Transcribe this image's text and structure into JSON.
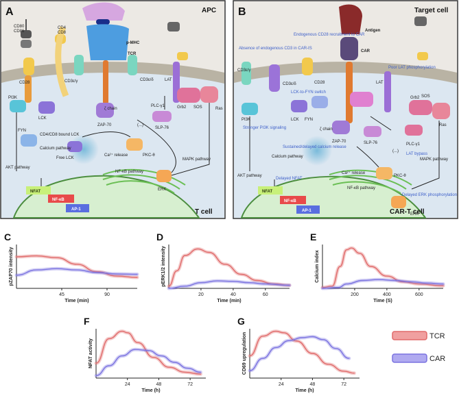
{
  "panelA": {
    "letter": "A",
    "corner_top": "APC",
    "corner_bottom": "T cell",
    "labels": {
      "cd80": "CD80",
      "cd86": "CD86",
      "cd4": "CD4",
      "cd8": "CD8",
      "pmhc": "p-MHC",
      "tcr": "TCR",
      "cd28": "CD28",
      "cd3eg": "CD3ε/γ",
      "cd3ed": "CD3ε/δ",
      "lat": "LAT",
      "lck": "LCK",
      "zeta": "ζ chain",
      "pi3k": "PI3K",
      "fyn": "FYN",
      "cd4cd8lck": "CD4/CD8 bound LCK",
      "zap70": "ZAP-70",
      "plcg1": "PLC-γ1",
      "grb2": "Grb2",
      "sos": "SOS",
      "ras": "Ras",
      "slp76": "SLP-76",
      "dots": "(...)",
      "freelck": "Free LCK",
      "calcpath": "Calcium pathway",
      "akt": "AKT pathway",
      "ca": "Ca²⁺ release",
      "pkc": "PKC-θ",
      "mapk": "MAPK pathway",
      "nfkbpath": "NF-κB pathway",
      "erk": "ERK",
      "nfat": "NFAT",
      "nfkb": "NF-κB",
      "ap1": "AP-1"
    }
  },
  "panelB": {
    "letter": "B",
    "corner_top": "Target cell",
    "corner_bottom": "CAR-T cell",
    "labels": {
      "antigen": "Antigen",
      "car": "CAR",
      "cd3eg": "CD3ε/γ",
      "cd28": "CD28",
      "cd3ed": "CD3ε/δ",
      "lat": "LAT",
      "lck": "LCK",
      "fyn": "FYN",
      "zeta": "ζ chain",
      "pi3k": "PI3K",
      "zap70": "ZAP-70",
      "grb2": "Grb2",
      "sos": "SOS",
      "ras": "Ras",
      "plcg1": "PLC-γ1",
      "slp76": "SLP-76",
      "dots": "(...)",
      "akt": "AKT pathway",
      "calcpath": "Calcium pathway",
      "ca": "Ca²⁺ release",
      "pkc": "PKC-θ",
      "mapk": "MAPK pathway",
      "nfkbpath": "NF-κB pathway",
      "erk": "ERK",
      "nfat": "NFAT",
      "nfkb": "NF-κB",
      "ap1": "AP-1"
    },
    "notes": {
      "absence": "Absence of endogenous CD3 in CAR-IS",
      "cd28recruit": "Endogenous CD28 recruitment to CAR",
      "lat_poor": "Poor LAT phosphorylation",
      "lck_fyn": "LCK-to-FYN switch",
      "pi3k_strong": "Stronger PI3K signaling",
      "calcium": "Sustained/delayed calcium release",
      "lat_bypass": "LAT bypass",
      "nfat_delay": "Delayed NFAT",
      "erk_delay": "Delayed ERK phosphorylation"
    }
  },
  "colors": {
    "tcr": "#e06a6a",
    "car": "#7a72e0"
  },
  "legend": {
    "tcr": "TCR",
    "car": "CAR"
  },
  "chart_data": [
    {
      "type": "line",
      "id": "C",
      "ylabel": "pZAP70 intensity",
      "xlabel": "Time (min)",
      "x_ticks": [
        45,
        90
      ],
      "xlim": [
        0,
        120
      ],
      "ylim": [
        0,
        1
      ],
      "series": [
        {
          "name": "TCR",
          "x": [
            0,
            20,
            40,
            60,
            80,
            100,
            120
          ],
          "y": [
            0.72,
            0.74,
            0.7,
            0.55,
            0.38,
            0.28,
            0.25
          ]
        },
        {
          "name": "CAR",
          "x": [
            0,
            20,
            40,
            60,
            80,
            100,
            120
          ],
          "y": [
            0.3,
            0.42,
            0.45,
            0.42,
            0.36,
            0.33,
            0.32
          ]
        }
      ]
    },
    {
      "type": "line",
      "id": "D",
      "ylabel": "pERK1/2 intensity",
      "xlabel": "Time (min)",
      "x_ticks": [
        20,
        40,
        60
      ],
      "xlim": [
        0,
        75
      ],
      "ylim": [
        0,
        1
      ],
      "series": [
        {
          "name": "TCR",
          "x": [
            0,
            5,
            10,
            18,
            25,
            35,
            45,
            55,
            65,
            75
          ],
          "y": [
            0.05,
            0.4,
            0.75,
            0.9,
            0.82,
            0.55,
            0.32,
            0.18,
            0.1,
            0.07
          ]
        },
        {
          "name": "CAR",
          "x": [
            0,
            10,
            20,
            30,
            40,
            50,
            60,
            75
          ],
          "y": [
            0.0,
            0.05,
            0.13,
            0.17,
            0.16,
            0.13,
            0.1,
            0.07
          ]
        }
      ]
    },
    {
      "type": "line",
      "id": "E",
      "ylabel": "Calcium index",
      "xlabel": "Time (S)",
      "x_ticks": [
        200,
        400,
        600
      ],
      "xlim": [
        0,
        750
      ],
      "ylim": [
        0,
        1
      ],
      "series": [
        {
          "name": "TCR",
          "x": [
            0,
            60,
            110,
            150,
            180,
            230,
            300,
            400,
            500,
            600,
            750
          ],
          "y": [
            0.02,
            0.05,
            0.5,
            0.88,
            0.92,
            0.8,
            0.5,
            0.28,
            0.15,
            0.1,
            0.06
          ]
        },
        {
          "name": "CAR",
          "x": [
            0,
            100,
            150,
            250,
            350,
            450,
            550,
            650,
            750
          ],
          "y": [
            0.0,
            0.02,
            0.1,
            0.18,
            0.2,
            0.18,
            0.15,
            0.12,
            0.1
          ]
        }
      ]
    },
    {
      "type": "line",
      "id": "F",
      "ylabel": "NFAT activity",
      "xlabel": "Time (h)",
      "x_ticks": [
        24,
        48,
        72
      ],
      "xlim": [
        0,
        84
      ],
      "ylim": [
        0,
        1
      ],
      "series": [
        {
          "name": "TCR",
          "x": [
            0,
            10,
            20,
            24,
            32,
            44,
            56,
            68,
            80
          ],
          "y": [
            0.3,
            0.8,
            0.95,
            0.92,
            0.72,
            0.42,
            0.22,
            0.12,
            0.08
          ]
        },
        {
          "name": "CAR",
          "x": [
            0,
            10,
            20,
            30,
            40,
            50,
            60,
            70,
            80
          ],
          "y": [
            0.05,
            0.25,
            0.45,
            0.58,
            0.56,
            0.45,
            0.32,
            0.2,
            0.12
          ]
        }
      ]
    },
    {
      "type": "line",
      "id": "G",
      "ylabel": "CD69 upregulation",
      "xlabel": "Time (h)",
      "x_ticks": [
        24,
        48,
        72
      ],
      "xlim": [
        0,
        84
      ],
      "ylim": [
        0,
        1
      ],
      "series": [
        {
          "name": "TCR",
          "x": [
            0,
            10,
            20,
            26,
            36,
            48,
            60,
            72,
            80
          ],
          "y": [
            0.45,
            0.85,
            0.95,
            0.92,
            0.75,
            0.5,
            0.28,
            0.14,
            0.1
          ]
        },
        {
          "name": "CAR",
          "x": [
            0,
            10,
            20,
            30,
            40,
            48,
            56,
            66,
            76
          ],
          "y": [
            0.15,
            0.4,
            0.62,
            0.76,
            0.82,
            0.84,
            0.78,
            0.6,
            0.4
          ]
        }
      ]
    }
  ]
}
